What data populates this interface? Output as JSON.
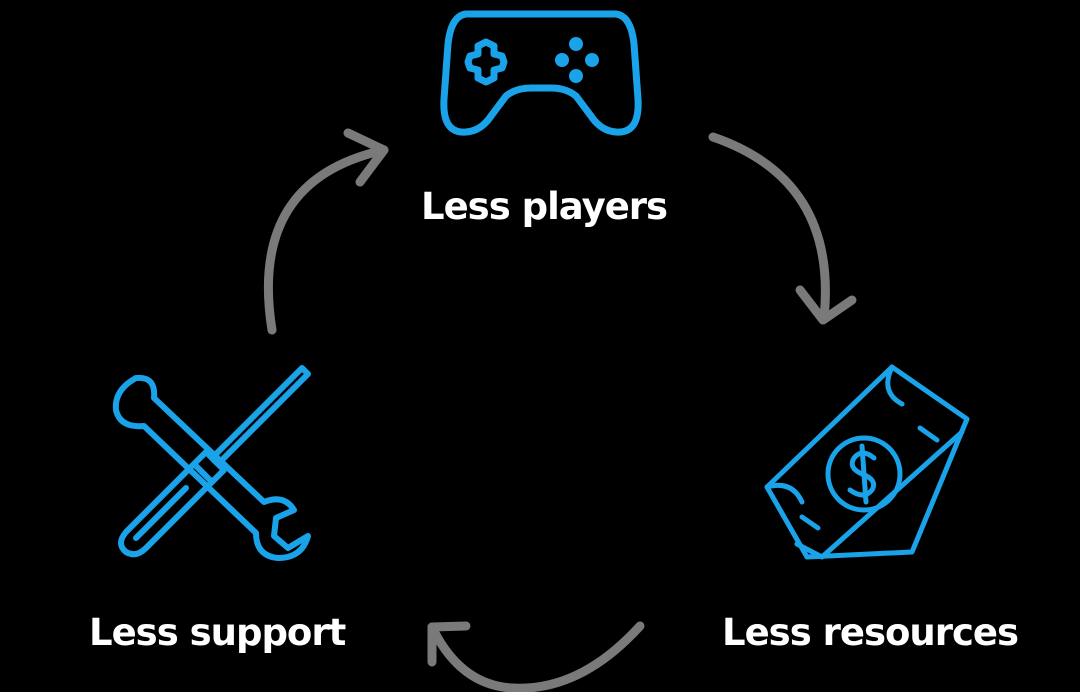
{
  "colors": {
    "background": "#000000",
    "icon": "#1aa3e8",
    "arrow": "#7a7a7a",
    "label": "#ffffff"
  },
  "cycle": {
    "nodes": [
      {
        "label": "Less players",
        "icon": "gamepad-icon"
      },
      {
        "label": "Less resources",
        "icon": "money-icon"
      },
      {
        "label": "Less support",
        "icon": "tools-icon"
      }
    ],
    "arrows": [
      {
        "from": "Less players",
        "to": "Less resources"
      },
      {
        "from": "Less resources",
        "to": "Less support"
      },
      {
        "from": "Less support",
        "to": "Less players"
      }
    ]
  }
}
